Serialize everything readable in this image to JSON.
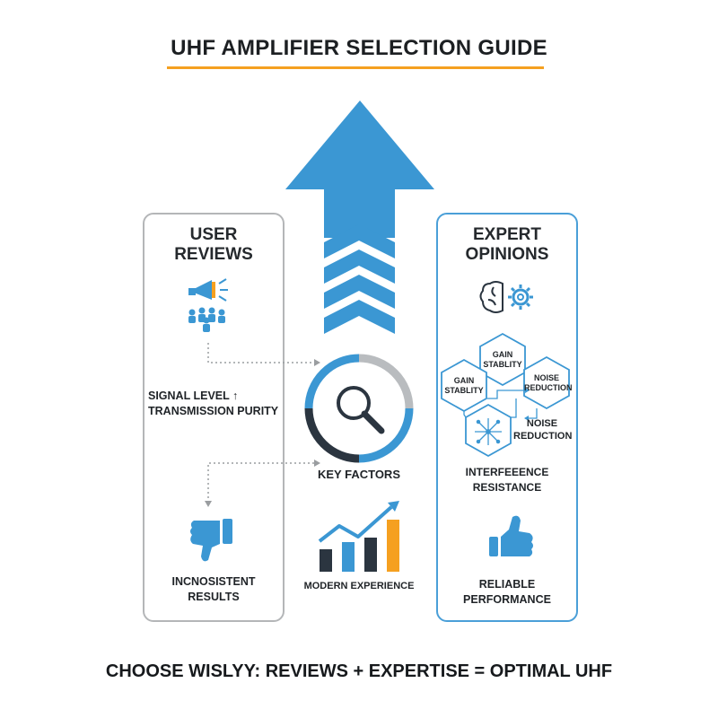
{
  "title": "UHF AMPLIFIER SELECTION GUIDE",
  "left_panel": {
    "heading_line1": "USER",
    "heading_line2": "REVIEWS",
    "signal_line1": "SIGNAL LEVEL ↑",
    "signal_line2": "TRANSMISSION PURITY",
    "bottom_line1": "INCNOSISTENT",
    "bottom_line2": "RESULTS"
  },
  "center": {
    "key_factors": "KEY FACTORS",
    "modern_experience": "MODERN EXPERIENCE"
  },
  "right_panel": {
    "heading_line1": "EXPERT",
    "heading_line2": "OPINIONS",
    "hex_top_line1": "GAIN",
    "hex_top_line2": "STABLITY",
    "hex_left_line1": "GAIN",
    "hex_left_line2": "STABLITY",
    "hex_right_line1": "NOISE",
    "hex_right_line2": "REDUCTION",
    "noise_line1": "NOISE",
    "noise_line2": "REDUCTION",
    "interference_line1": "INTERFEEENCE",
    "interference_line2": "RESISTANCE",
    "bottom_line1": "RELIABLE",
    "bottom_line2": "PERFORMANCE"
  },
  "footer": "CHOOSE WISLYY: REVIEWS + EXPERTISE = OPTIMAL UHF",
  "colors": {
    "accent_orange": "#f5a020",
    "blue": "#3b97d3",
    "dark": "#2b3540",
    "panel_grey_border": "#b4b6b8",
    "panel_blue_border": "#4a9fd8"
  },
  "icons": {
    "left_top": "megaphone-audience-icon",
    "left_bottom": "thumbs-down-icon",
    "center": "magnifier-icon",
    "chart": "rising-bar-chart-icon",
    "right_top": "brain-gear-icon",
    "right_bottom": "thumbs-up-icon"
  }
}
